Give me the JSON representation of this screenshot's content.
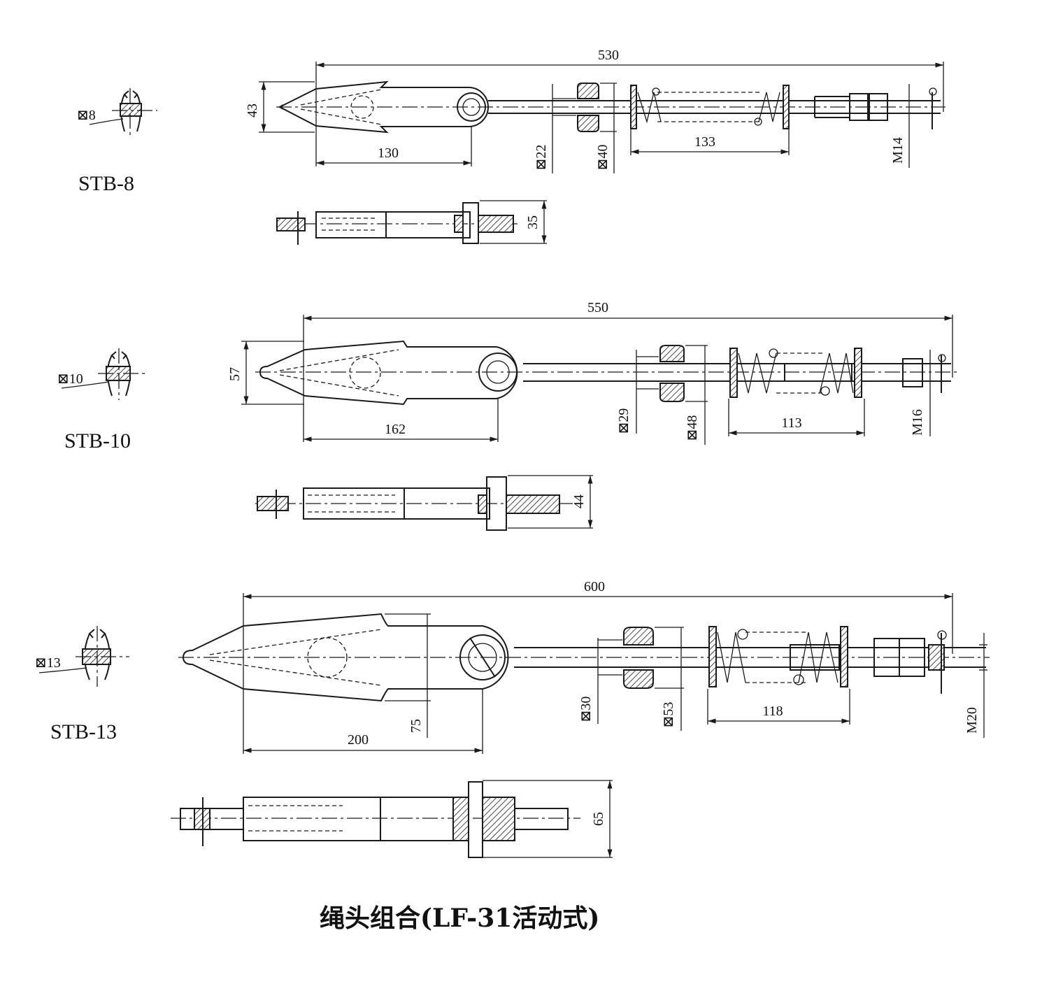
{
  "title": "绳头组合(LF-31活动式)",
  "assemblies": [
    {
      "model": "STB-8",
      "section_mark": "⊠8",
      "dims": {
        "overall": "530",
        "height": "43",
        "socket": "130",
        "sq_inner": "⊠22",
        "sq_outer": "⊠40",
        "spring": "133",
        "thread": "M14",
        "side_width": "35"
      }
    },
    {
      "model": "STB-10",
      "section_mark": "⊠10",
      "dims": {
        "overall": "550",
        "height": "57",
        "socket": "162",
        "sq_inner": "⊠29",
        "sq_outer": "⊠48",
        "spring": "113",
        "thread": "M16",
        "side_width": "44"
      }
    },
    {
      "model": "STB-13",
      "section_mark": "⊠13",
      "dims": {
        "overall": "600",
        "height": "75",
        "socket": "200",
        "sq_inner": "⊠30",
        "sq_outer": "⊠53",
        "spring": "118",
        "thread": "M20",
        "side_width": "65"
      }
    }
  ]
}
